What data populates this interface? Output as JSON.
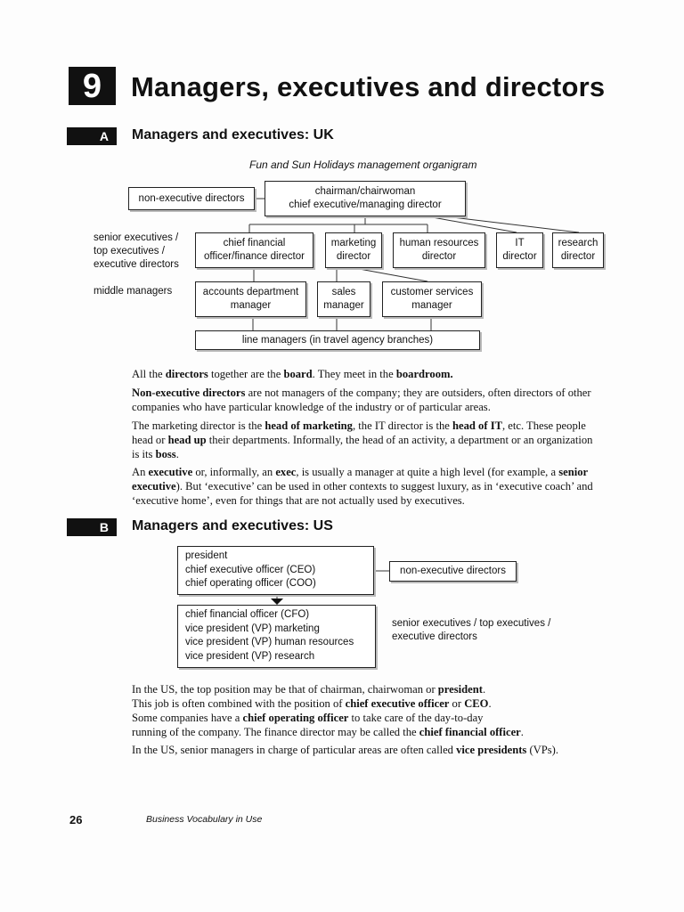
{
  "unit": {
    "number": "9",
    "title": "Managers, executives and directors"
  },
  "sectionA": {
    "letter": "A",
    "title": "Managers and executives: UK",
    "caption": "Fun and Sun Holidays management organigram",
    "boxes": {
      "nonexec": "non-executive directors",
      "chair_line1": "chairman/chairwoman",
      "chair_line2": "chief executive/managing director",
      "cfo_line1": "chief financial",
      "cfo_line2": "officer/finance director",
      "mkt_line1": "marketing",
      "mkt_line2": "director",
      "hr_line1": "human resources",
      "hr_line2": "director",
      "it_line1": "IT",
      "it_line2": "director",
      "res_line1": "research",
      "res_line2": "director",
      "acc_line1": "accounts department",
      "acc_line2": "manager",
      "sales_line1": "sales",
      "sales_line2": "manager",
      "cust_line1": "customer services",
      "cust_line2": "manager",
      "line_managers": "line managers (in travel agency branches)"
    },
    "labels": {
      "senior_1": "senior executives /",
      "senior_2": "top executives /",
      "senior_3": "executive directors",
      "middle": "middle managers"
    },
    "paragraphs": {
      "p1a": "All the ",
      "p1b": "directors",
      "p1c": " together are the ",
      "p1d": "board",
      "p1e": ". They meet in the ",
      "p1f": "boardroom.",
      "p2a": "Non-executive directors",
      "p2b": " are not managers of the company; they are outsiders, often directors of other companies who have particular knowledge of the industry or of particular areas.",
      "p3a": "The marketing director is the ",
      "p3b": "head of marketing",
      "p3c": ", the IT director is the ",
      "p3d": "head of IT",
      "p3e": ", etc. These people head or ",
      "p3f": "head up",
      "p3g": " their departments. Informally, the head of an activity, a department or an organization is its ",
      "p3h": "boss",
      "p3i": ".",
      "p4a": "An ",
      "p4b": "executive",
      "p4c": " or, informally, an ",
      "p4d": "exec",
      "p4e": ", is usually a manager at quite a high level (for example, a ",
      "p4f": "senior executive",
      "p4g": "). But ‘executive’ can be used in other contexts to suggest luxury, as in ‘executive coach’ and ‘executive home’, even for things that are not actually used by executives."
    }
  },
  "sectionB": {
    "letter": "B",
    "title": "Managers and executives: US",
    "top_box": [
      "president",
      "chief executive officer (CEO)",
      "chief operating officer (COO)"
    ],
    "bottom_box": [
      "chief financial officer (CFO)",
      "vice president (VP) marketing",
      "vice president (VP) human resources",
      "vice president (VP) research"
    ],
    "nonexec": "non-executive directors",
    "senior_1": "senior executives / top executives /",
    "senior_2": "executive directors",
    "paragraphs": {
      "q1a": "In the US, the top position may be that of chairman, chairwoman or ",
      "q1b": "president",
      "q1c": ".",
      "q2a": "This job is often combined with the position of ",
      "q2b": "chief executive officer",
      "q2c": " or ",
      "q2d": "CEO",
      "q2e": ".",
      "q3a": "Some companies have a ",
      "q3b": "chief operating officer",
      "q3c": " to take care of the day-to-day",
      "q4a": "running of the company. The finance director may be called the ",
      "q4b": "chief financial officer",
      "q4c": ".",
      "q5a": "In the US, senior managers in charge of particular areas are often called ",
      "q5b": "vice presidents",
      "q5c": " (VPs)."
    }
  },
  "footer": {
    "page": "26",
    "book": "Business Vocabulary in Use"
  }
}
